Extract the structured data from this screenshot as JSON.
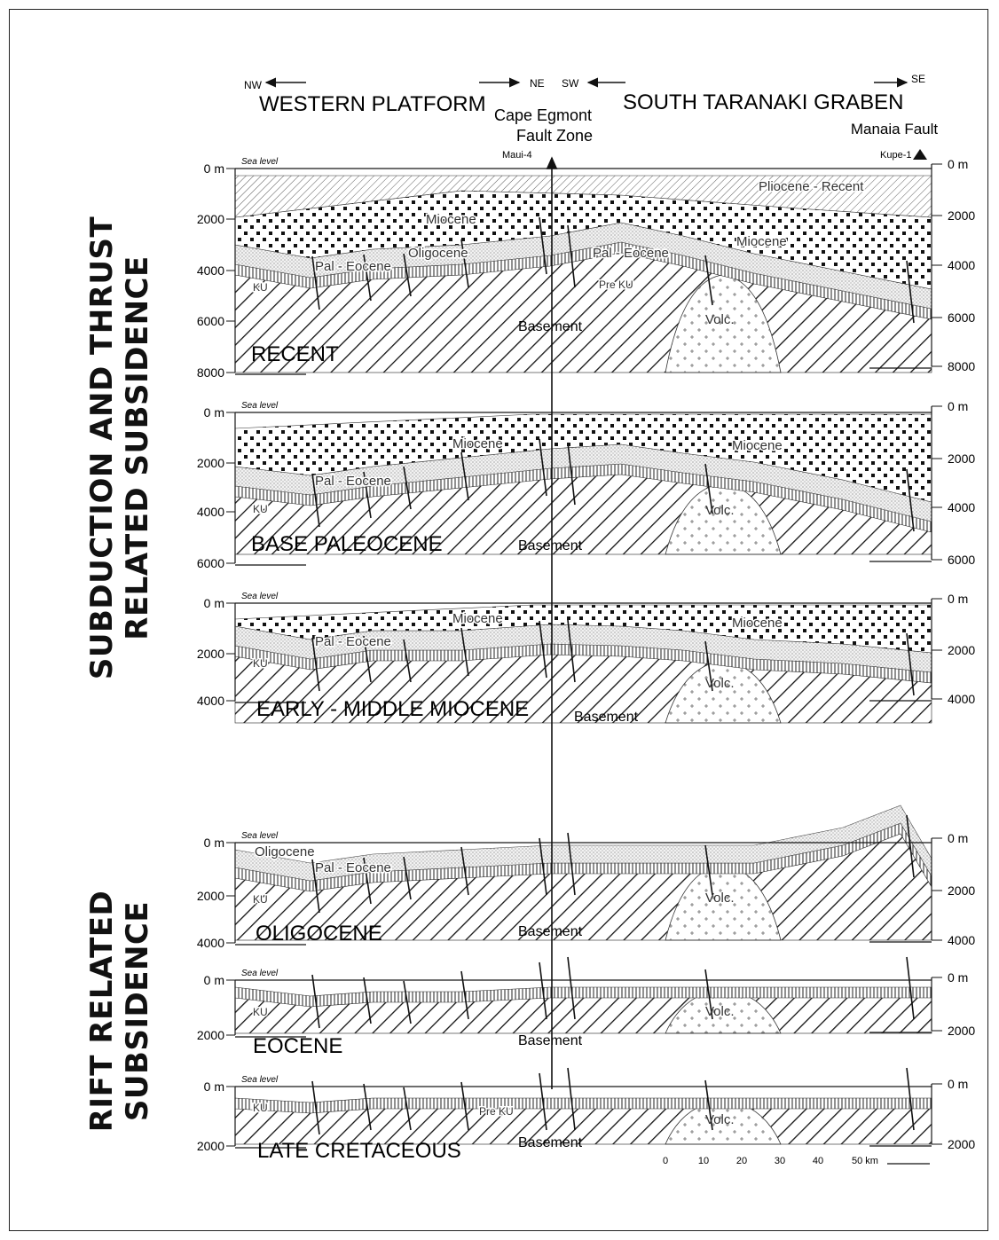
{
  "header": {
    "nw": "NW",
    "ne": "NE",
    "sw": "SW",
    "se": "SE",
    "region_left": "WESTERN PLATFORM",
    "region_right": "SOUTH TARANAKI GRABEN",
    "fault_zone_line1": "Cape Egmont",
    "fault_zone_line2": "Fault Zone",
    "manaia_fault": "Manaia Fault",
    "well_left": "Maui-4",
    "well_right": "Kupe-1"
  },
  "side_titles": {
    "upper_line1": "SUBDUCTION AND THRUST",
    "upper_line2": "RELATED SUBSIDENCE",
    "lower_line1": "RIFT RELATED",
    "lower_line2": "SUBSIDENCE"
  },
  "sea_level": "Sea level",
  "panels": [
    {
      "name": "RECENT",
      "left_ticks": [
        "0 m",
        "2000",
        "4000",
        "6000",
        "8000"
      ],
      "right_ticks": [
        "0 m",
        "2000",
        "4000",
        "6000",
        "8000"
      ],
      "labels": {
        "pliocene": "Pliocene - Recent",
        "miocene_l": "Miocene",
        "oligocene": "Oligocene",
        "paleocene_l": "Pal - Eocene",
        "paleocene_r": "Pal - Eocene",
        "miocene_r": "Miocene",
        "ku": "KU",
        "preku": "Pre KU",
        "volc": "Volc.",
        "basement": "Basement"
      }
    },
    {
      "name": "BASE PALEOCENE",
      "left_ticks": [
        "0 m",
        "2000",
        "4000",
        "6000"
      ],
      "right_ticks": [
        "0 m",
        "2000",
        "4000",
        "6000"
      ],
      "labels": {
        "miocene_l": "Miocene",
        "miocene_r": "Miocene",
        "paleocene_l": "Pal - Eocene",
        "ku": "KU",
        "volc": "Volc.",
        "basement": "Basement"
      }
    },
    {
      "name": "EARLY - MIDDLE MIOCENE",
      "left_ticks": [
        "0 m",
        "2000",
        "4000"
      ],
      "right_ticks": [
        "0 m",
        "2000",
        "4000"
      ],
      "labels": {
        "miocene_l": "Miocene",
        "miocene_r": "Miocene",
        "paleocene_l": "Pal - Eocene",
        "ku": "KU",
        "volc": "Volc.",
        "basement": "Basement"
      }
    },
    {
      "name": "OLIGOCENE",
      "left_ticks": [
        "0 m",
        "2000",
        "4000"
      ],
      "right_ticks": [
        "0 m",
        "2000",
        "4000"
      ],
      "labels": {
        "oligocene": "Oligocene",
        "paleocene_l": "Pal - Eocene",
        "ku": "KU",
        "volc": "Volc.",
        "basement": "Basement"
      }
    },
    {
      "name": "EOCENE",
      "left_ticks": [
        "0 m",
        "2000"
      ],
      "right_ticks": [
        "0 m",
        "2000"
      ],
      "labels": {
        "ku": "KU",
        "volc": "Volc.",
        "basement": "Basement"
      }
    },
    {
      "name": "LATE CRETACEOUS",
      "left_ticks": [
        "0 m",
        "2000"
      ],
      "right_ticks": [
        "0 m",
        "2000"
      ],
      "labels": {
        "ku": "KU",
        "preku": "Pre KU",
        "volc": "Volc.",
        "basement": "Basement"
      }
    }
  ],
  "scale_bar": {
    "ticks": [
      "0",
      "10",
      "20",
      "30",
      "40",
      "50 km"
    ]
  }
}
